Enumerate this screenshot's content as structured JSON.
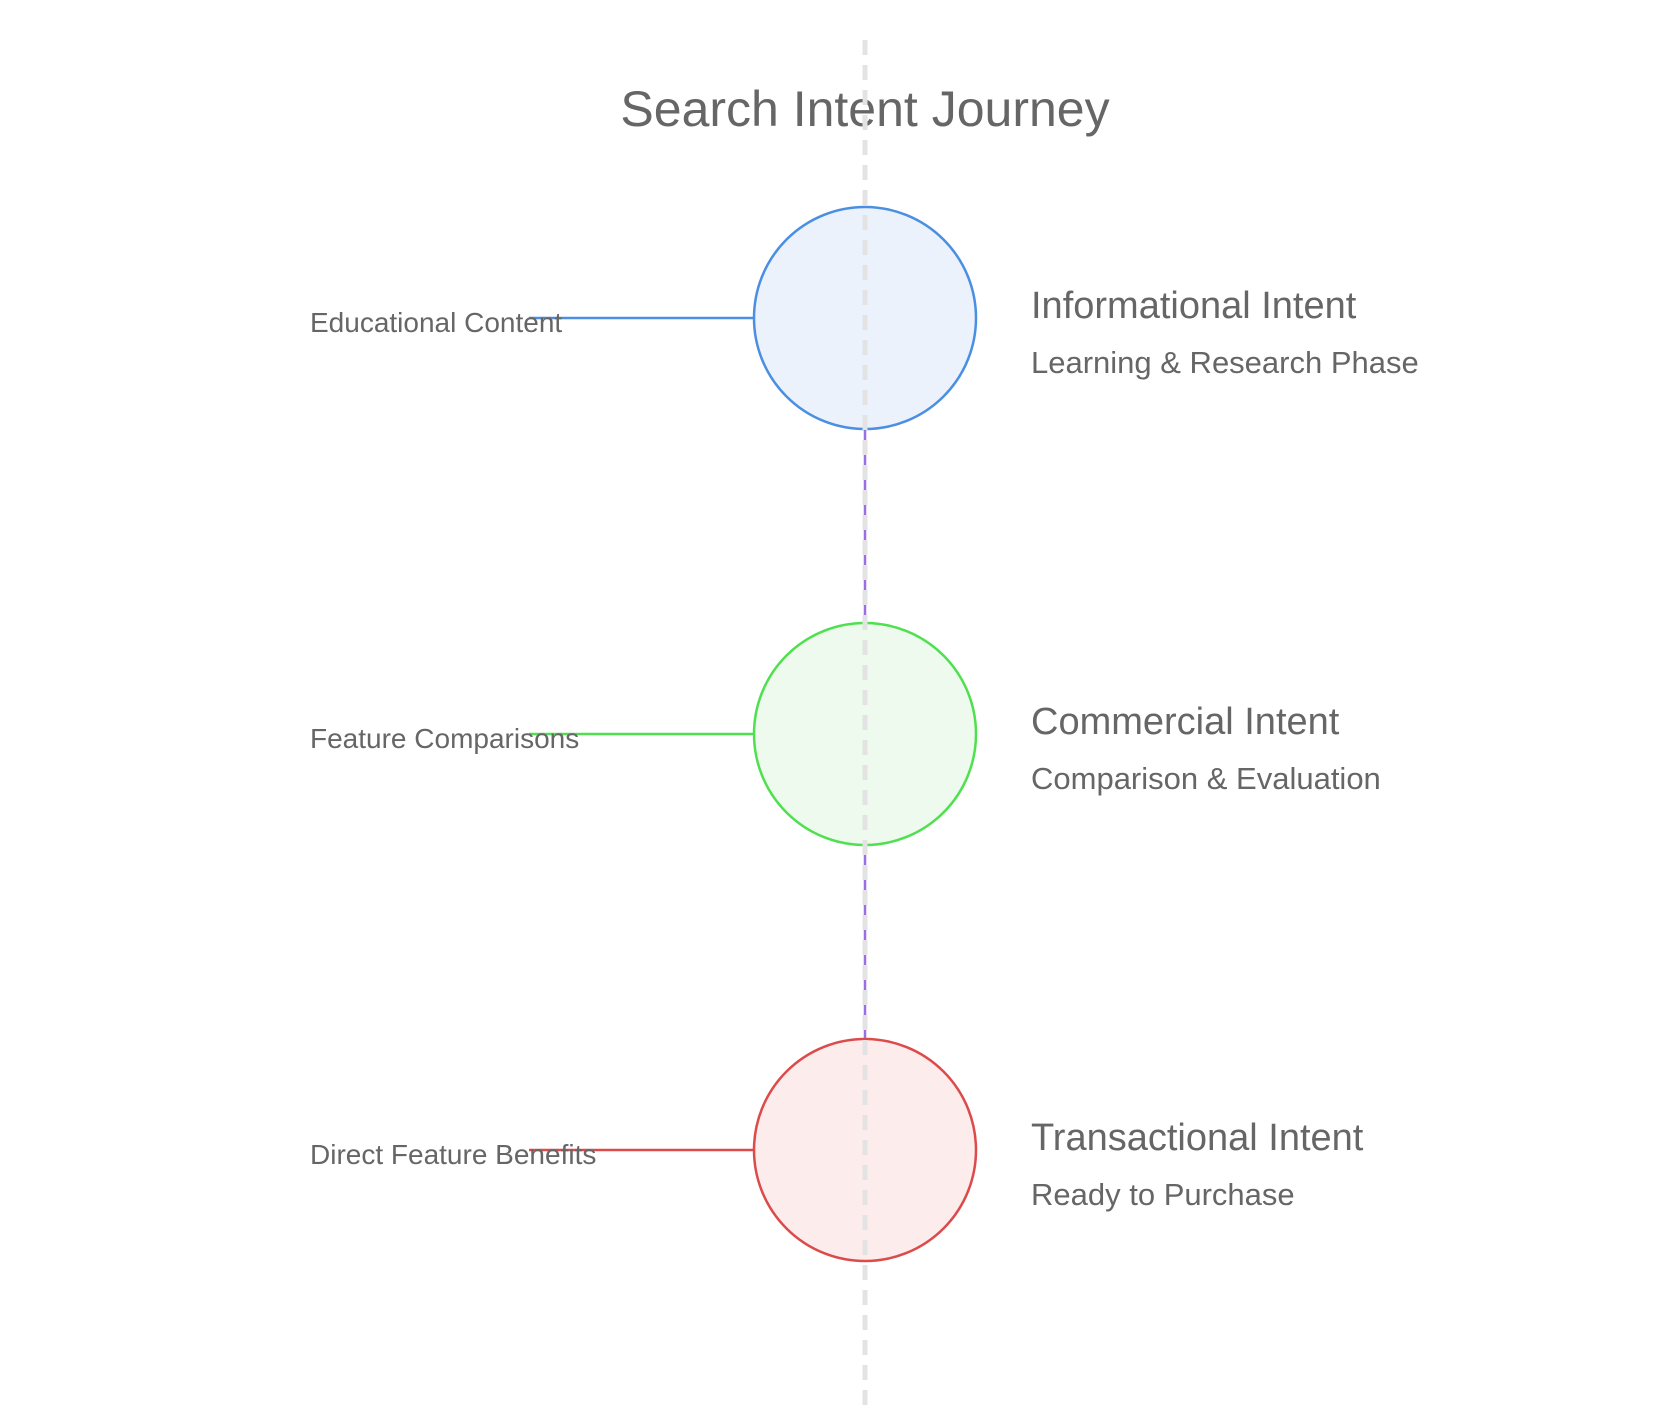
{
  "title": "Search Intent Journey",
  "stages": [
    {
      "title": "Informational Intent",
      "subtitle": "Learning & Research Phase",
      "side_label": "Educational Content",
      "stroke_color": "#4a8fe2",
      "fill_color": "#ebf2fc"
    },
    {
      "title": "Commercial Intent",
      "subtitle": "Comparison & Evaluation",
      "side_label": "Feature Comparisons",
      "stroke_color": "#4fe04f",
      "fill_color": "#edfaed"
    },
    {
      "title": "Transactional Intent",
      "subtitle": "Ready to Purchase",
      "side_label": "Direct Feature Benefits",
      "stroke_color": "#dd4a4a",
      "fill_color": "#fcecec"
    }
  ],
  "connector_color": "#9c6ee6",
  "axis_color": "#e3e3e3"
}
